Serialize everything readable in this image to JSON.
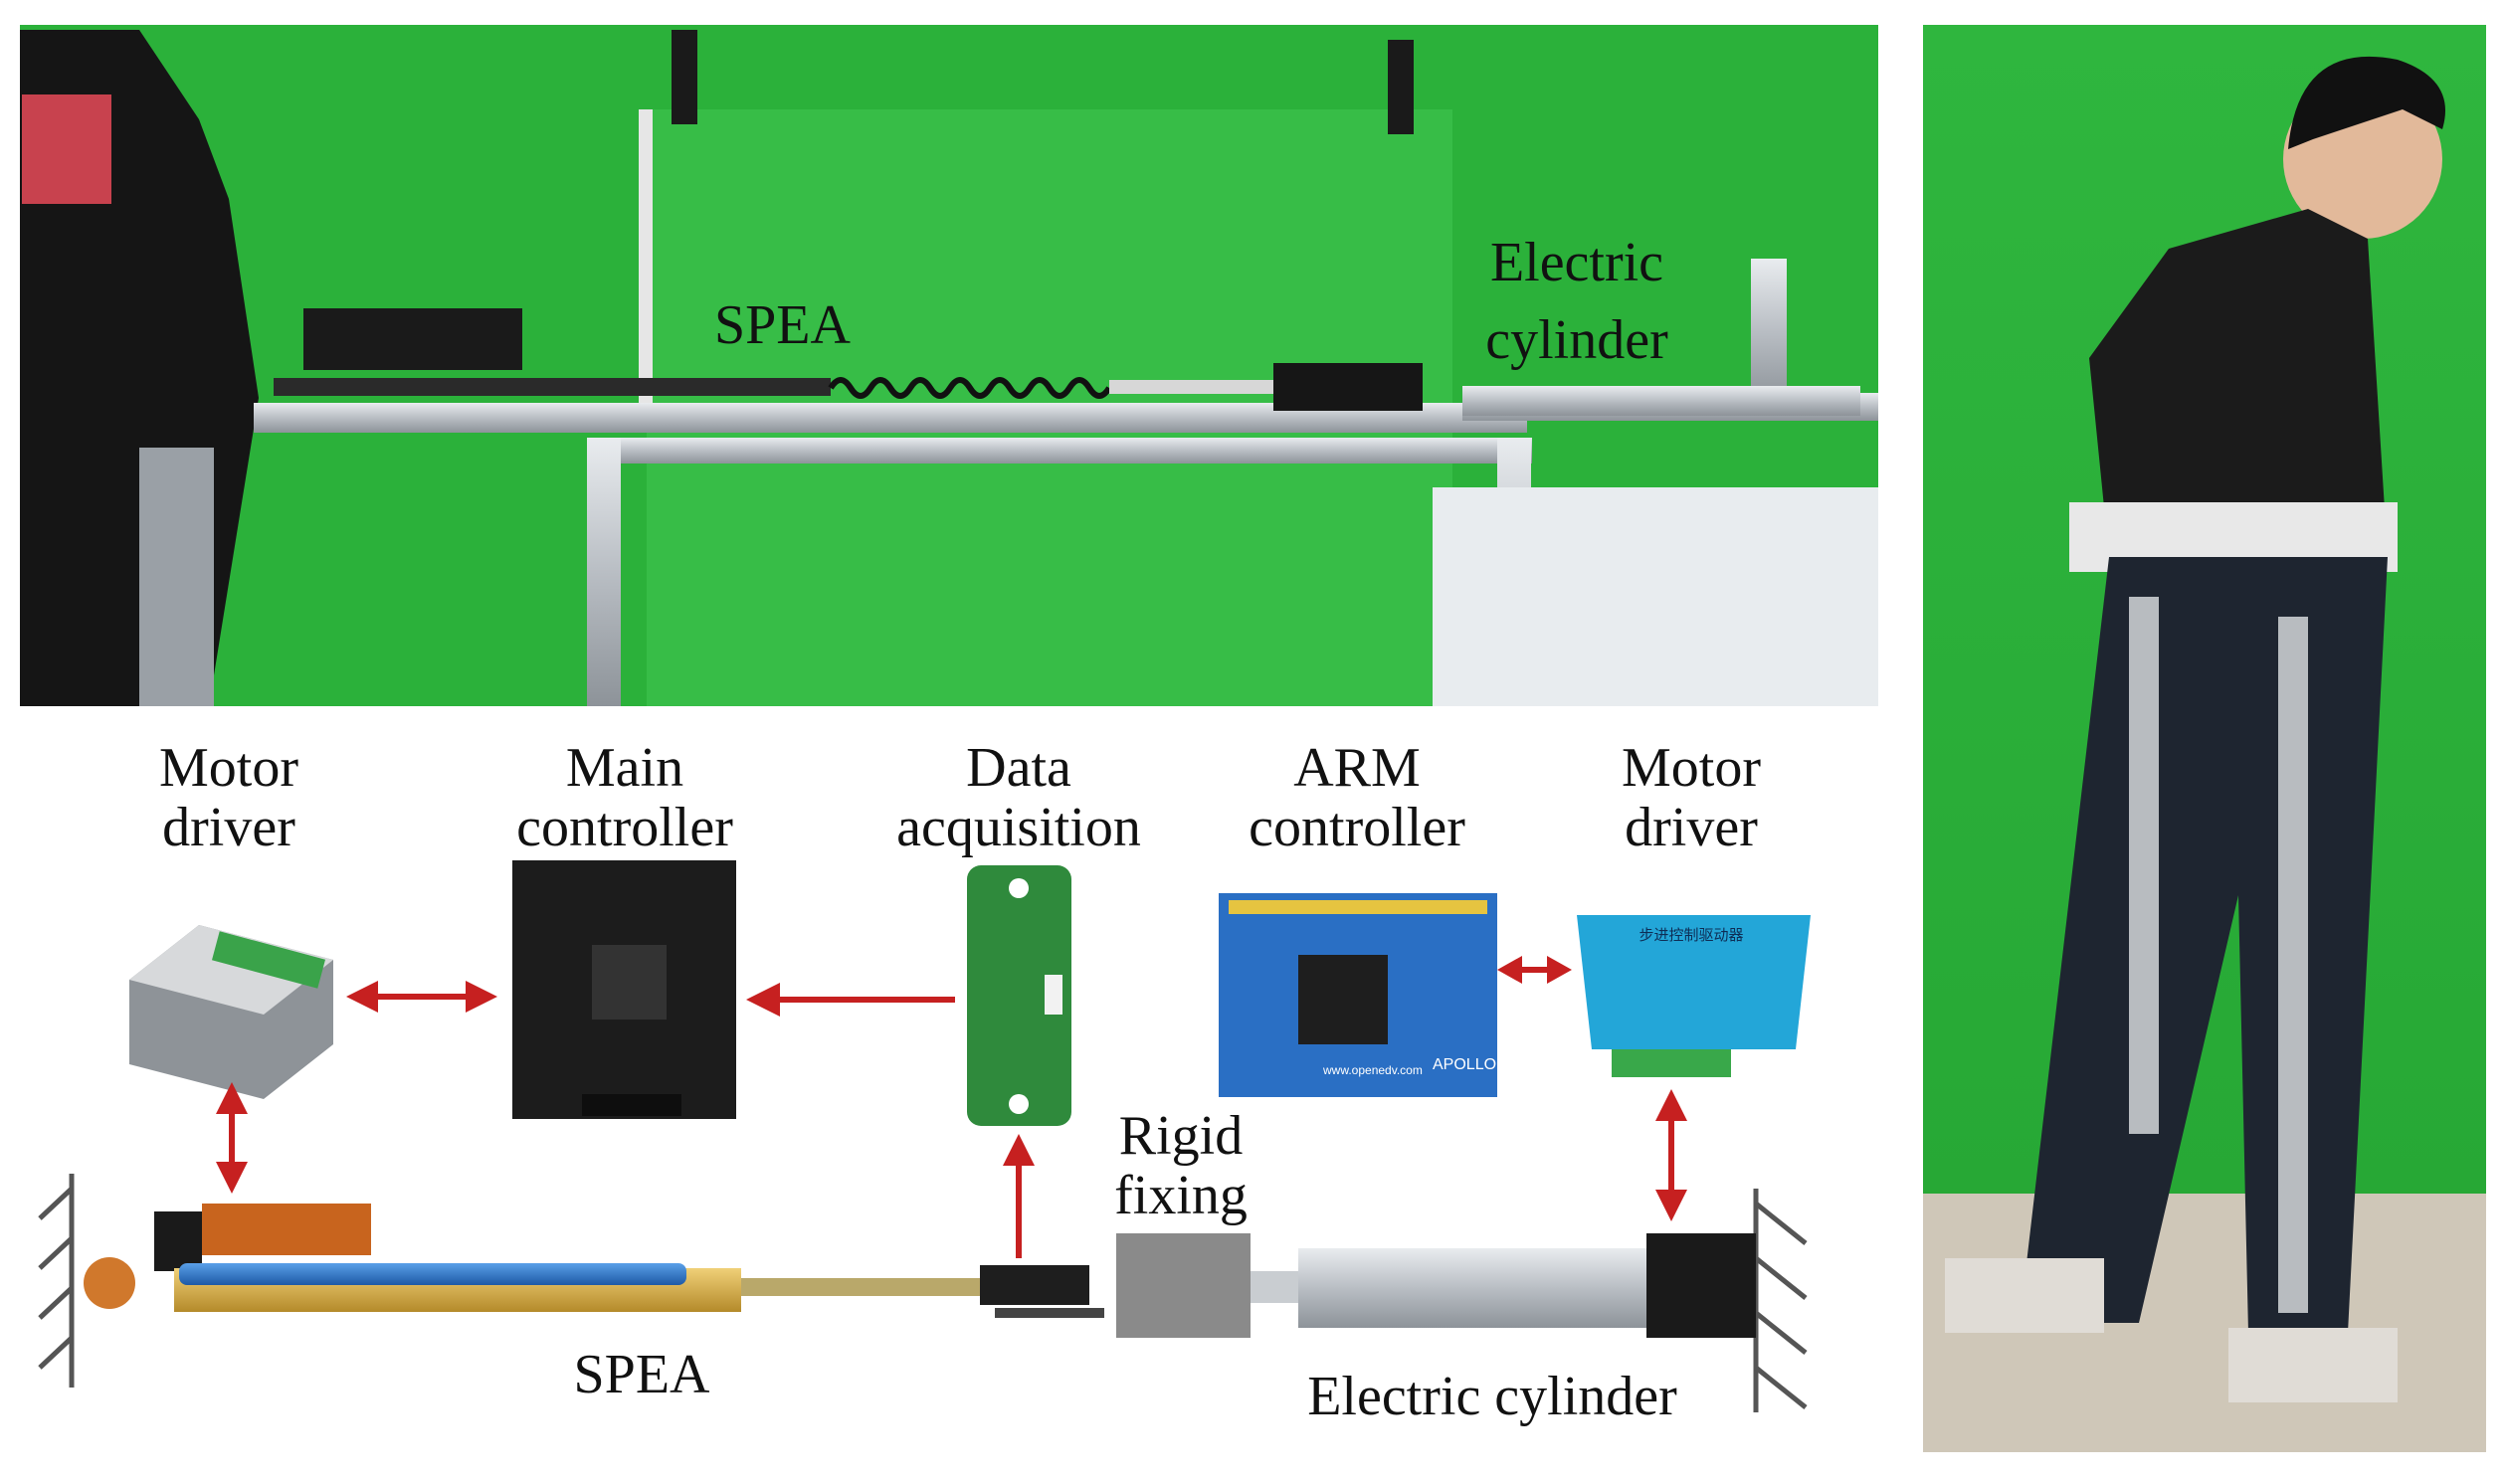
{
  "photo_labels": {
    "spea": "SPEA",
    "electric_line1": "Electric",
    "electric_line2": "cylinder"
  },
  "components": {
    "motor_driver_left": [
      "Motor",
      "driver"
    ],
    "main_controller": [
      "Main",
      "controller"
    ],
    "data_acquisition": [
      "Data",
      "acquisition"
    ],
    "arm_controller": [
      "ARM",
      "controller"
    ],
    "motor_driver_right": [
      "Motor",
      "driver"
    ]
  },
  "board_texts": {
    "motor_driver_chinese": "步进控制驱动器",
    "arm_board_brand": "APOLLO",
    "arm_board_site": "www.openedv.com"
  },
  "bottom_labels": {
    "rigid_line1": "Rigid",
    "rigid_line2": "fixing",
    "spea": "SPEA",
    "electric_cylinder": "Electric cylinder"
  },
  "colors": {
    "green_screen": "#2bb13a",
    "arrow_red": "#c62020",
    "pcb_black": "#1c1c1c",
    "pcb_green": "#2f8a3c",
    "pcb_blue": "#2a6fc4",
    "driver_blue": "#23a6d8",
    "spea_blue": "#2e78c8",
    "spea_yellow": "#d9b54a",
    "motor_orange": "#c8641e",
    "cylinder_silver": "#c9cdd1",
    "rigid_grey": "#8a8a8a"
  }
}
